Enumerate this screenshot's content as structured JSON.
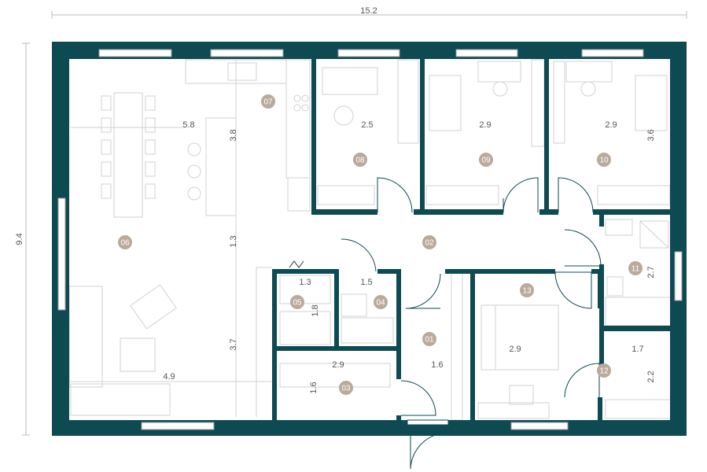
{
  "overall": {
    "width_label": "15.2",
    "height_label": "9.4"
  },
  "colors": {
    "wall": "#0d4a52",
    "badge": "#b9aa9c",
    "dim_text": "#555555",
    "furniture": "#d2d2d2"
  },
  "rooms": [
    {
      "id": "01"
    },
    {
      "id": "02"
    },
    {
      "id": "03"
    },
    {
      "id": "04"
    },
    {
      "id": "05"
    },
    {
      "id": "06"
    },
    {
      "id": "07"
    },
    {
      "id": "08"
    },
    {
      "id": "09"
    },
    {
      "id": "10"
    },
    {
      "id": "11"
    },
    {
      "id": "12"
    },
    {
      "id": "13"
    }
  ],
  "dimensions": [
    "5.8",
    "3.8",
    "1.3",
    "3.7",
    "4.9",
    "2.5",
    "2.9",
    "2.9",
    "3.6",
    "1.3",
    "1.8",
    "1.5",
    "1.6",
    "2.9",
    "1.6",
    "2.9",
    "2.7",
    "1.7",
    "2.2"
  ]
}
